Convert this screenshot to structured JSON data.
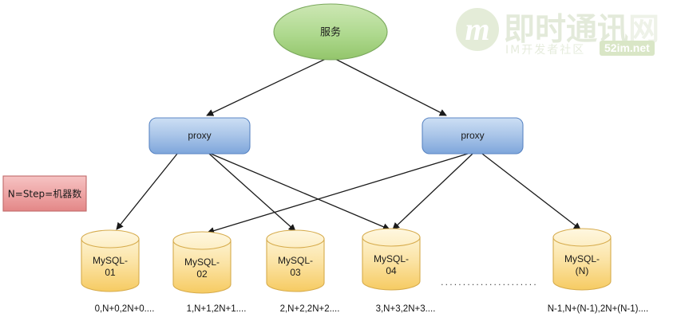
{
  "diagram": {
    "service": {
      "label": "服务",
      "shape": "ellipse",
      "fill_top": "#c7e2ab",
      "fill_bottom": "#9ccb75",
      "stroke": "#7aa85c"
    },
    "note": {
      "label": "N=Step=机器数",
      "shape": "rectangle",
      "fill_top": "#f4b6b6",
      "fill_bottom": "#e78c8c",
      "stroke": "#c06a6a"
    },
    "proxies": [
      {
        "label": "proxy",
        "id": "proxy-left"
      },
      {
        "label": "proxy",
        "id": "proxy-right"
      }
    ],
    "proxy_style": {
      "fill_top": "#c5d9f1",
      "fill_bottom": "#7fa8dc",
      "stroke": "#5b86c4"
    },
    "databases": [
      {
        "line1": "MySQL-",
        "line2": "01",
        "range": "0,N+0,2N+0...."
      },
      {
        "line1": "MySQL-",
        "line2": "02",
        "range": "1,N+1,2N+1...."
      },
      {
        "line1": "MySQL-",
        "line2": "03",
        "range": "2,N+2,2N+2...."
      },
      {
        "line1": "MySQL-",
        "line2": "04",
        "range": "3,N+3,2N+3...."
      },
      {
        "line1": "MySQL-",
        "line2": "(N)",
        "range": "N-1,N+(N-1),2N+(N-1)...."
      }
    ],
    "db_style": {
      "fill_top": "#fdf0c8",
      "fill_bottom": "#f7cf6b",
      "stroke": "#d6ab4c"
    },
    "ellipsis": "......................",
    "edge_color": "#1a1a1a"
  },
  "watermark": {
    "monogram": "m",
    "title_main": "即时通讯",
    "title_last": "网",
    "subtitle": "IM开发者社区",
    "url": "52im.net",
    "color": "#e3eada"
  }
}
